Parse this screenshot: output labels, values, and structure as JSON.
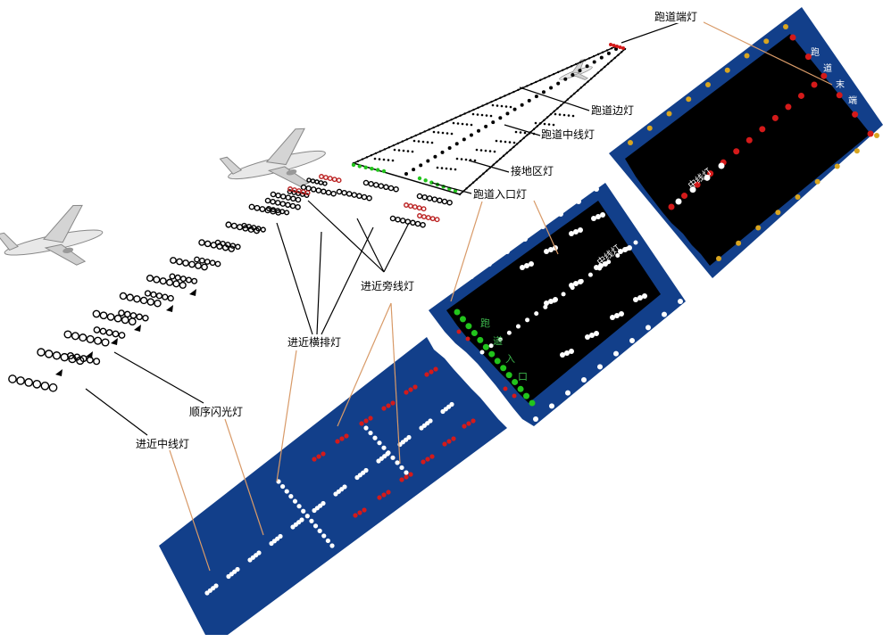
{
  "labels": {
    "runway_end_lights": "跑道端灯",
    "runway_edge_lights": "跑道边灯",
    "runway_centerline_lights": "跑道中线灯",
    "touchdown_zone_lights": "接地区灯",
    "runway_threshold_lights": "跑道入口灯",
    "approach_side_row_lights": "进近旁线灯",
    "approach_crossbar_lights": "进近横排灯",
    "sequenced_flashing_lights": "顺序闪光灯",
    "approach_centerline_lights": "进近中线灯"
  },
  "panel_labels": {
    "far_edge": "跑道边灯",
    "far_centerline": "中线灯",
    "far_end_chars": [
      "跑",
      "道",
      "末",
      "端"
    ],
    "mid_edge": "跑道边灯",
    "mid_centerline": "中线灯",
    "mid_threshold_chars": [
      "跑",
      "道",
      "入",
      "口"
    ]
  },
  "colors": {
    "panel_blue": "#123f8a",
    "runway_black": "#000000",
    "edge_yellow": "#d9a520",
    "end_red": "#d41a1a",
    "threshold_green": "#22c41c",
    "lamp_white": "#ffffff",
    "leader_orange": "#d89a68"
  }
}
